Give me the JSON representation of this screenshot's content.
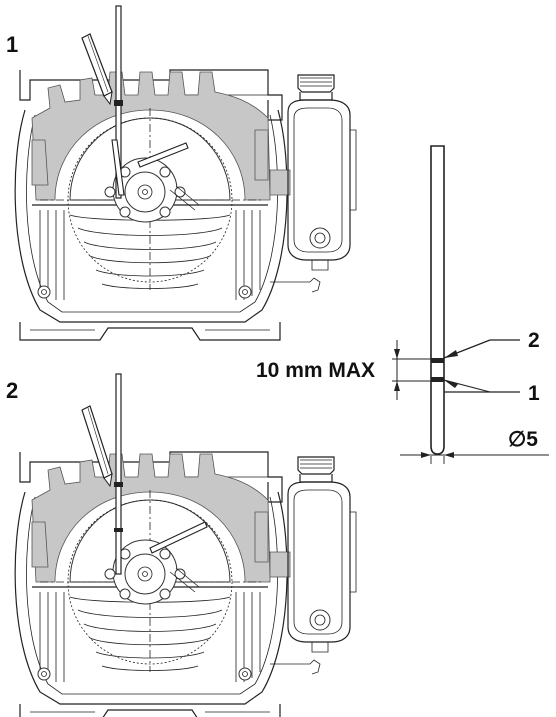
{
  "labels": {
    "step_1": "1",
    "step_2": "2",
    "callout_top": "2",
    "callout_bottom": "1",
    "dimension_gap": "10 mm MAX",
    "diameter": "∅5"
  },
  "colors": {
    "line": "#222222",
    "fill_gray": "#c7c7c7",
    "background": "#ffffff"
  }
}
